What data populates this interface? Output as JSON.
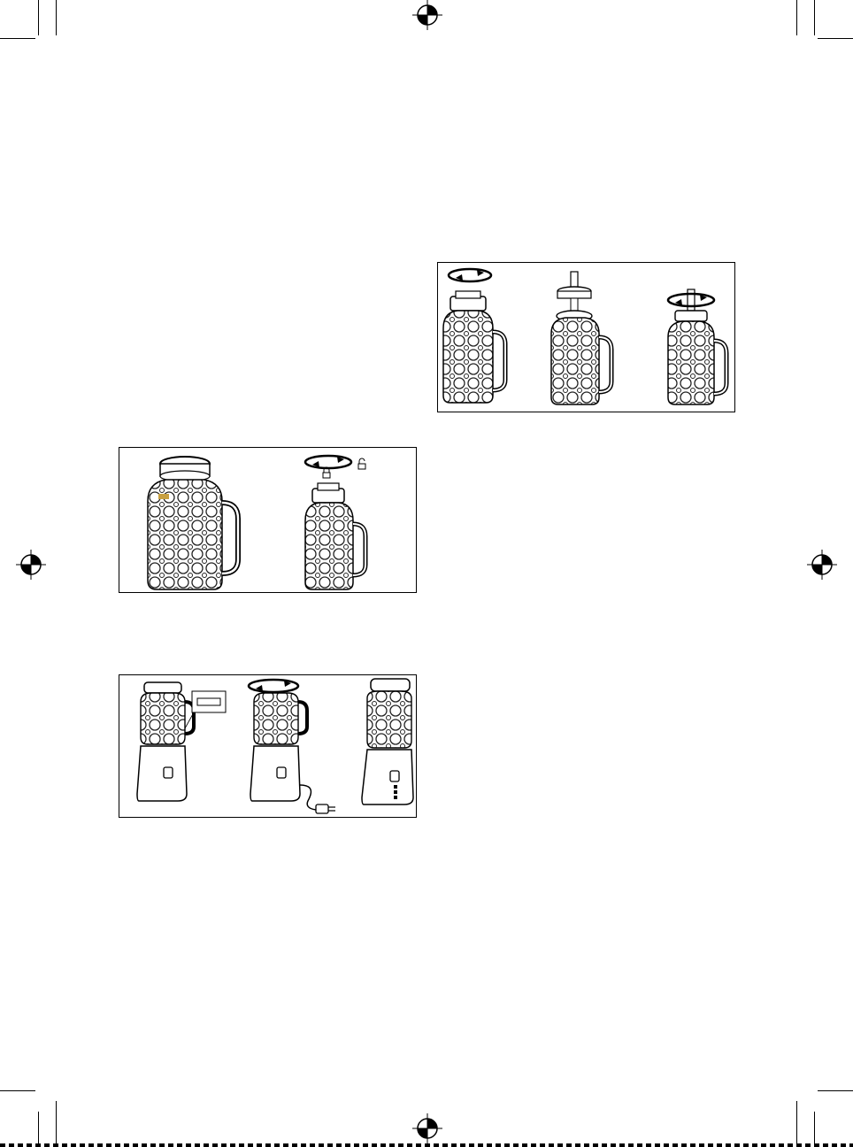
{
  "page": {
    "background": "#ffffff",
    "ink": "#000000",
    "brand_logo_color": "#c8a040"
  },
  "icons": {
    "registration_mark": "registration-crosshair-icon",
    "rotate_arrows": "rotate-arrows-icon",
    "lock": "lock-closed-icon",
    "unlock": "lock-open-icon",
    "plug": "power-plug-icon",
    "power_button": "power-button-icon"
  },
  "figures": [
    {
      "id": "jar-lid-removal",
      "steps": [
        "jar-with-lid",
        "jar-with-blade-rotate-lock"
      ]
    },
    {
      "id": "jar-assembly-steps",
      "steps": [
        "jar-rotate",
        "insert-straw-lid",
        "rotate-straw-lid"
      ]
    },
    {
      "id": "blender-base-steps",
      "steps": [
        "jar-on-base-detail",
        "rotate-and-plug-in",
        "assembled-blender"
      ]
    }
  ]
}
